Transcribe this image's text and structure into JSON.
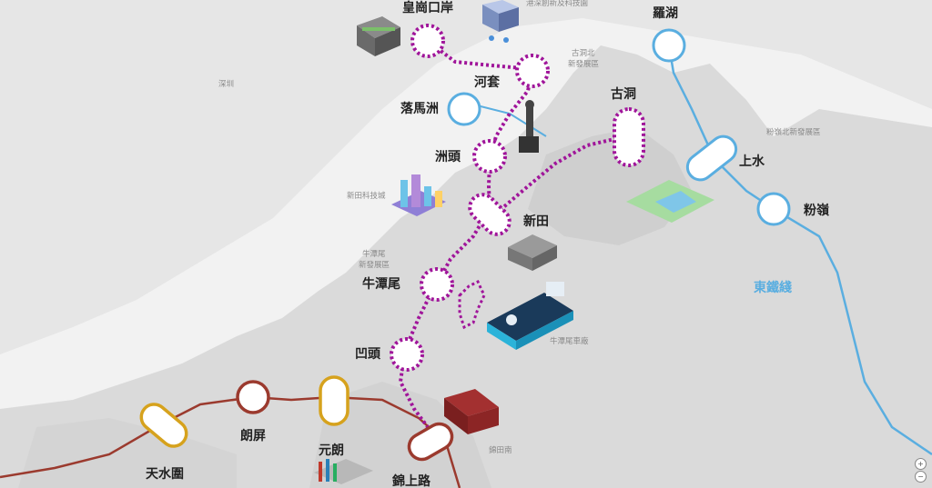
{
  "stations": {
    "huanggang": "皇崗口岸",
    "hetao": "河套",
    "lokmachau": "落馬洲",
    "chautau": "洲頭",
    "sandtin": "新田",
    "ngautammei": "牛潭尾",
    "autau": "凹頭",
    "kamsheungroad": "錦上路",
    "yuenlong": "元朗",
    "longping": "朗屏",
    "tinshuiwai": "天水圍",
    "kwuntung": "古洞",
    "lowu": "羅湖",
    "sheungshui": "上水",
    "fanling": "粉嶺"
  },
  "areas": {
    "shenzhen": "深圳",
    "innopark": "港深創新及科技園",
    "kwuntungnorth": [
      "古洞北",
      "新發展區"
    ],
    "fanlingnorth": "粉嶺北新發展區",
    "santintech": "新田科技城",
    "ngautammeinda": [
      "牛潭尾",
      "新發展區"
    ],
    "depot": "牛潭尾車廠",
    "kamtinsouth": "錦田南"
  },
  "lines": {
    "east_rail": "東鐵綫"
  },
  "colors": {
    "east_rail": "#5aaee0",
    "tuen_ma": "#9b3a2e",
    "northern_link": "#a0159a",
    "interchange_ring": "#d6a21d",
    "land": "#dcdcdc",
    "land_dark": "#cfcfcf",
    "water": "#f2f2f2"
  },
  "controls": {
    "zoom_in": "+",
    "zoom_out": "−"
  }
}
